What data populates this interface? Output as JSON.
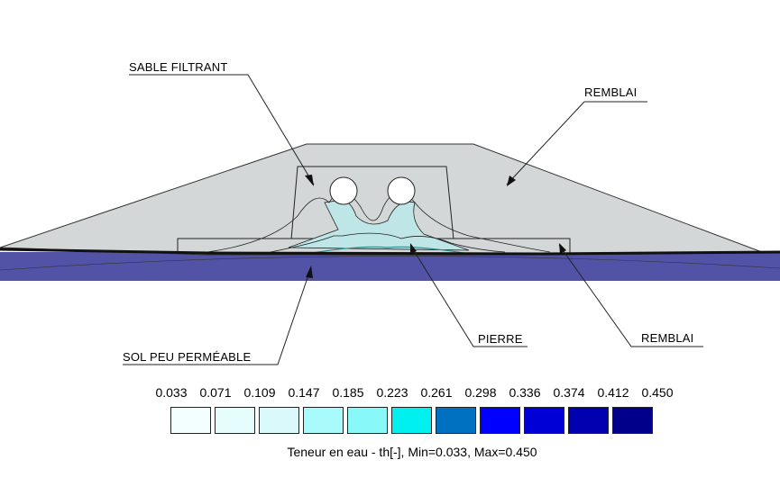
{
  "labels": {
    "sable_filtrant": "SABLE FILTRANT",
    "remblai_top": "REMBLAI",
    "sol": "SOL PEU PERMÉABLE",
    "pierre": "PIERRE",
    "remblai_bottom": "REMBLAI"
  },
  "legend": {
    "ticks": [
      "0.033",
      "0.071",
      "0.109",
      "0.147",
      "0.185",
      "0.223",
      "0.261",
      "0.298",
      "0.336",
      "0.374",
      "0.412",
      "0.450"
    ],
    "colors": [
      "#f3feff",
      "#e6fdfe",
      "#daf9fb",
      "#a9fbfb",
      "#88f8f8",
      "#00f0f0",
      "#0070c0",
      "#0000ff",
      "#0000d6",
      "#0000b0",
      "#00008a"
    ],
    "caption": "Teneur en eau - th[-], Min=0.033, Max=0.450"
  },
  "colors": {
    "embankment": "#d3d7d8",
    "soil": "#5252a6",
    "saturated": "#bfe6e6"
  }
}
